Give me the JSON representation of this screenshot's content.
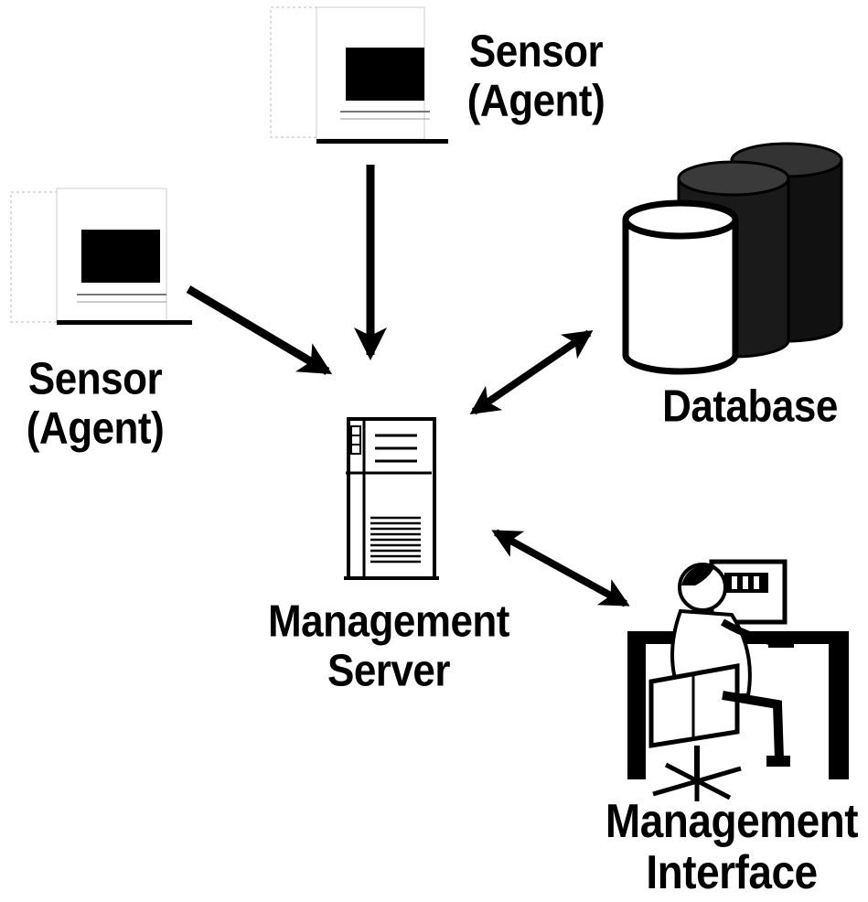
{
  "nodes": {
    "sensor_top": {
      "line1": "Sensor",
      "line2": "(Agent)"
    },
    "sensor_left": {
      "line1": "Sensor",
      "line2": "(Agent)"
    },
    "database": {
      "label": "Database"
    },
    "management_server": {
      "line1": "Management",
      "line2": "Server"
    },
    "management_interface": {
      "line1": "Management",
      "line2": "Interface"
    }
  },
  "edges": [
    {
      "from": "sensor_top",
      "to": "management_server",
      "direction": "one-way"
    },
    {
      "from": "sensor_left",
      "to": "management_server",
      "direction": "one-way"
    },
    {
      "from": "management_server",
      "to": "database",
      "direction": "two-way"
    },
    {
      "from": "management_server",
      "to": "management_interface",
      "direction": "two-way"
    }
  ],
  "colors": {
    "ink": "#000000",
    "background": "#ffffff",
    "screen": "#000000"
  }
}
